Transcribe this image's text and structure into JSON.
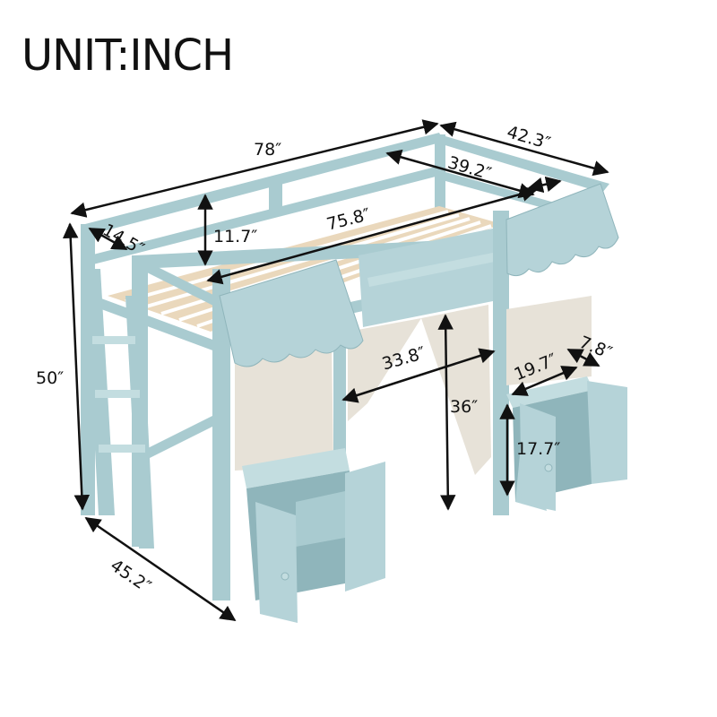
{
  "title": "UNIT:INCH",
  "colors": {
    "frame": "#a9cbd0",
    "frame_dark": "#8fb5bb",
    "frame_light": "#c3dde0",
    "slats": "#ead8bc",
    "curtain": "#e7e2d8",
    "arrow": "#111111",
    "background": "#ffffff"
  },
  "dimensions": {
    "overall_length": "78″",
    "overall_width": "42.3″",
    "inner_width": "39.2″",
    "inner_length": "75.8″",
    "guardrail_height": "11.7″",
    "ladder_width": "14.5″",
    "overall_height": "50″",
    "base_depth": "45.2″",
    "underbed_opening_width": "33.8″",
    "underbed_clearance": "36″",
    "cabinet_width": "19.7″",
    "cabinet_depth": "7.8″",
    "cabinet_height": "17.7″"
  }
}
